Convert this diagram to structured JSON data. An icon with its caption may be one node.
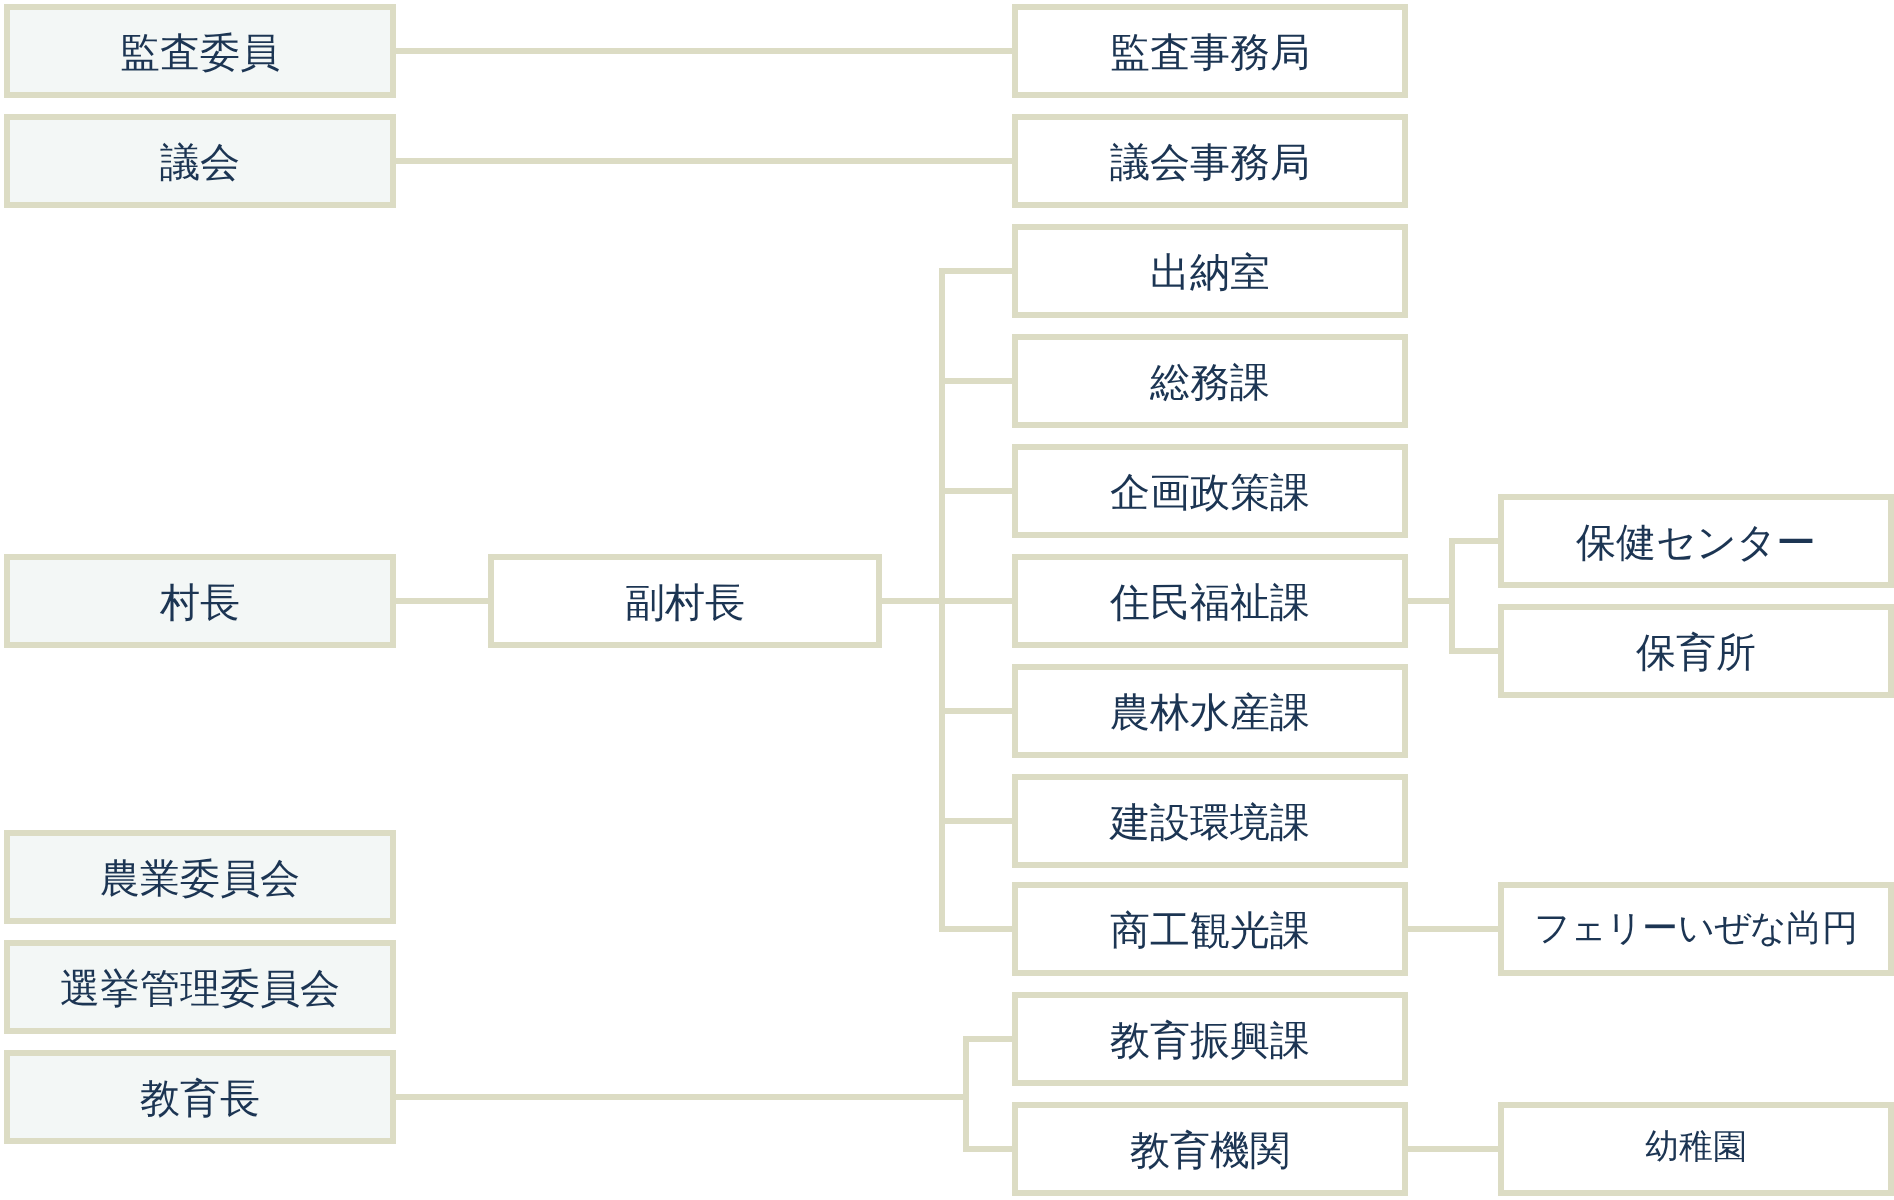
{
  "diagram": {
    "nodes": [
      {
        "text": [
          "監査委員"
        ]
      },
      {
        "text": [
          "監査事務局"
        ]
      },
      {
        "text": [
          "議会"
        ]
      },
      {
        "text": [
          "議会事務局"
        ]
      },
      {
        "text": [
          "出納室"
        ]
      },
      {
        "text": [
          "総務課"
        ]
      },
      {
        "text": [
          "企画政策課"
        ]
      },
      {
        "text": [
          "保健センター"
        ]
      },
      {
        "text": [
          "村長"
        ]
      },
      {
        "text": [
          "副村長"
        ]
      },
      {
        "text": [
          "住民福祉課"
        ]
      },
      {
        "text": [
          "保育所"
        ]
      },
      {
        "text": [
          "農林水産課"
        ]
      },
      {
        "text": [
          "建設環境課"
        ]
      },
      {
        "text": [
          "農業委員会"
        ]
      },
      {
        "text": [
          "商工観光課"
        ]
      },
      {
        "text": [
          "フェリーいぜな尚円"
        ]
      },
      {
        "text": [
          "選挙管理委員会"
        ]
      },
      {
        "text": [
          "教育振興課"
        ]
      },
      {
        "text": [
          "教育長"
        ]
      },
      {
        "text": [
          "教育機関"
        ]
      },
      {
        "text": [
          "幼稚園"
        ]
      }
    ],
    "edges": [
      {
        "from": 0,
        "to": 1,
        "arrow": "none"
      },
      {
        "from": 2,
        "to": 3,
        "arrow": "none"
      },
      {
        "from": 8,
        "to": 9,
        "arrow": "none"
      },
      {
        "from": 9,
        "to": 4,
        "arrow": "none"
      },
      {
        "from": 9,
        "to": 5,
        "arrow": "none"
      },
      {
        "from": 9,
        "to": 6,
        "arrow": "none"
      },
      {
        "from": 9,
        "to": 10,
        "arrow": "none"
      },
      {
        "from": 9,
        "to": 12,
        "arrow": "none"
      },
      {
        "from": 9,
        "to": 13,
        "arrow": "none"
      },
      {
        "from": 9,
        "to": 15,
        "arrow": "none"
      },
      {
        "from": 10,
        "to": 7,
        "arrow": "none"
      },
      {
        "from": 10,
        "to": 11,
        "arrow": "none"
      },
      {
        "from": 15,
        "to": 16,
        "arrow": "none"
      },
      {
        "from": 19,
        "to": 18,
        "arrow": "none"
      },
      {
        "from": 19,
        "to": 20,
        "arrow": "none"
      },
      {
        "from": 20,
        "to": 21,
        "arrow": "none"
      }
    ]
  }
}
